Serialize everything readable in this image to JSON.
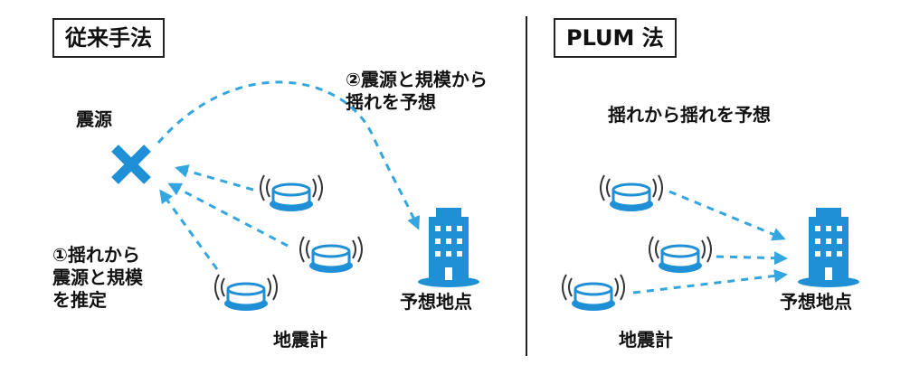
{
  "left_panel": {
    "title": "従来手法",
    "source_label": "震源",
    "step2_lines": [
      "②震源と規模から",
      "揺れを予想"
    ],
    "step1_lines": [
      "①揺れから",
      "震源と規模",
      "を推定"
    ],
    "seismometer_label": "地震計",
    "target_label": "予想地点"
  },
  "right_panel": {
    "title": "PLUM 法",
    "caption": "揺れから揺れを予想",
    "seismometer_label": "地震計",
    "target_label": "予想地点"
  },
  "colors": {
    "accent": "#1f8fd6",
    "dashed_arrow": "#33a6e0",
    "building": "#1f8fd6",
    "divider": "#222222"
  }
}
